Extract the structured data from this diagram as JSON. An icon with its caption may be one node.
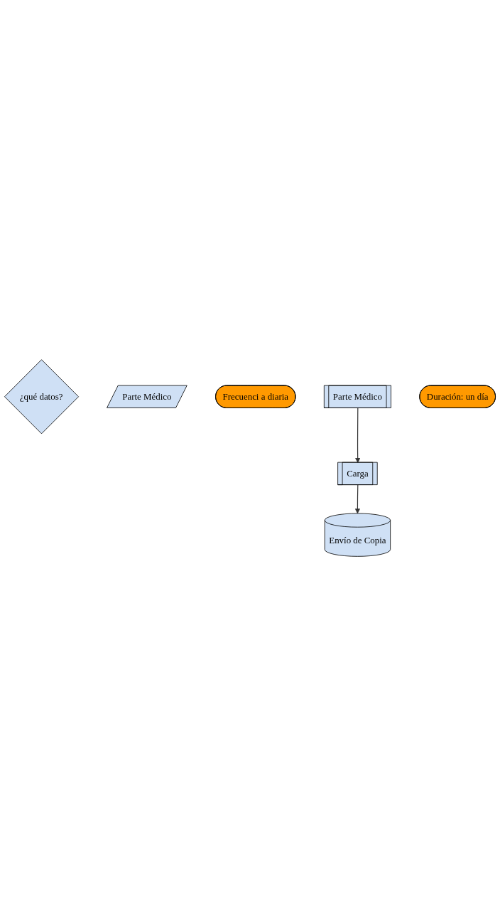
{
  "diagram": {
    "nodes": [
      {
        "text": [
          "¿qué datos?"
        ]
      },
      {
        "text": [
          "Parte Médico"
        ]
      },
      {
        "text": [
          "Frecuenci a diaria"
        ]
      },
      {
        "text": [
          "Parte Médico"
        ]
      },
      {
        "text": [
          "Duración: un día"
        ]
      },
      {
        "text": [
          "Carga"
        ]
      },
      {
        "text": [
          "Envío de Copia"
        ]
      }
    ],
    "edges": [
      {
        "from": 3,
        "to": 5,
        "arrow": "to"
      },
      {
        "from": 5,
        "to": 6,
        "arrow": "to"
      }
    ]
  }
}
